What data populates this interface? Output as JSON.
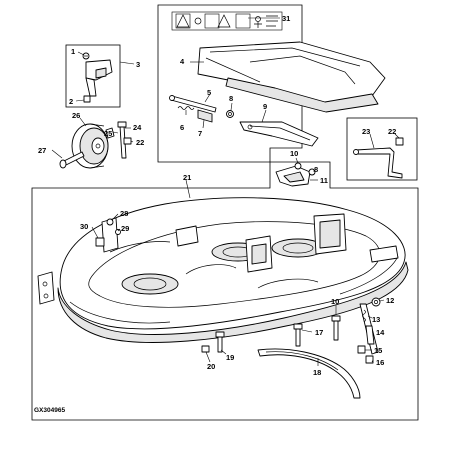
{
  "figure_ref": "GX304965",
  "callouts": {
    "c1": "1",
    "c2": "2",
    "c3": "3",
    "c4": "4",
    "c5": "5",
    "c6": "6",
    "c7": "7",
    "c8a": "8",
    "c8b": "8",
    "c9": "9",
    "c10": "10",
    "c11": "11",
    "c12": "12",
    "c13": "13",
    "c14": "14",
    "c15": "15",
    "c16": "16",
    "c17": "17",
    "c18": "18",
    "c19": "19",
    "c20": "20",
    "c21": "21",
    "c22a": "22",
    "c22b": "22",
    "c23": "23",
    "c24": "24",
    "c25": "25",
    "c26": "26",
    "c27": "27",
    "c28": "28",
    "c29": "29",
    "c30": "30",
    "c31": "31"
  }
}
